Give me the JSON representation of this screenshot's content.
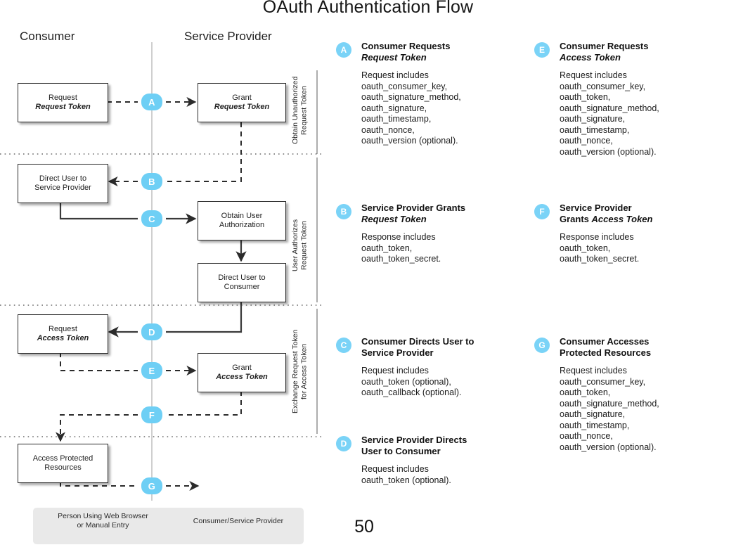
{
  "title": "OAuth Authentication Flow",
  "page_number": "50",
  "colors": {
    "badge_blue": "#6ecff5",
    "desc_badge_blue": "#7ad3f7",
    "box_border": "#2b2b2b",
    "legend_bg": "#e9e9e9",
    "divider": "#c9c9c9"
  },
  "flow": {
    "columns": [
      {
        "label": "Consumer"
      },
      {
        "label": "Service Provider"
      }
    ],
    "boxes": [
      {
        "id": "request-request-token",
        "line1": "Request",
        "line2": "Request Token",
        "italic2": true,
        "column": "consumer"
      },
      {
        "id": "grant-request-token",
        "line1": "Grant",
        "line2": "Request Token",
        "italic2": true,
        "column": "provider"
      },
      {
        "id": "direct-user-to-sp",
        "line1": "Direct User to",
        "line2": "Service Provider",
        "italic2": false,
        "column": "consumer"
      },
      {
        "id": "obtain-user-auth",
        "line1": "Obtain User",
        "line2": "Authorization",
        "italic2": false,
        "column": "provider"
      },
      {
        "id": "direct-user-to-consumer",
        "line1": "Direct User to",
        "line2": "Consumer",
        "italic2": false,
        "column": "provider"
      },
      {
        "id": "request-access-token",
        "line1": "Request",
        "line2": "Access Token",
        "italic2": true,
        "column": "consumer"
      },
      {
        "id": "grant-access-token",
        "line1": "Grant",
        "line2": "Access Token",
        "italic2": true,
        "column": "provider"
      },
      {
        "id": "access-protected-resources",
        "line1": "Access Protected",
        "line2": "Resources",
        "italic2": false,
        "column": "consumer"
      }
    ],
    "step_badges": [
      "A",
      "B",
      "C",
      "D",
      "E",
      "F",
      "G"
    ],
    "phases": [
      {
        "id": "phase-obtain",
        "line1": "Obtain Unauthorized",
        "line2": "Request Token"
      },
      {
        "id": "phase-authorize",
        "line1": "User Authorizes",
        "line2": "Request Token"
      },
      {
        "id": "phase-exchange",
        "line1": "Exchange Request Token",
        "line2": "for Access Token"
      }
    ],
    "legend": {
      "solid_label_line1": "Person Using Web Browser",
      "solid_label_line2": "or Manual Entry",
      "dashed_label": "Consumer/Service Provider"
    }
  },
  "descriptions": [
    {
      "key": "A",
      "head_line1": "Consumer Requests",
      "head_line2": "Request Token",
      "head_line2_italic": true,
      "body": "Request includes\noauth_consumer_key,\noauth_signature_method,\noauth_signature,\noauth_timestamp,\noauth_nonce,\noauth_version (optional)."
    },
    {
      "key": "E",
      "head_line1": "Consumer Requests",
      "head_line2": "Access Token",
      "head_line2_italic": true,
      "body": "Request includes\noauth_consumer_key,\noauth_token,\noauth_signature_method,\noauth_signature,\noauth_timestamp,\noauth_nonce,\noauth_version (optional)."
    },
    {
      "key": "B",
      "head_line1": "Service Provider Grants",
      "head_line2": "Request Token",
      "head_line2_italic": true,
      "body": "Response includes\noauth_token,\noauth_token_secret."
    },
    {
      "key": "F",
      "head_line1": "Service Provider",
      "head_line2": "Grants Access Token",
      "head_line2_italic": "partial",
      "head_line2_plain": "Grants ",
      "head_line2_em": "Access Token",
      "body": "Response includes\noauth_token,\noauth_token_secret."
    },
    {
      "key": "C",
      "head_line1": "Consumer Directs User to",
      "head_line2": "Service Provider",
      "head_line2_italic": false,
      "body": "Request includes\noauth_token (optional),\noauth_callback (optional)."
    },
    {
      "key": "G",
      "head_line1": "Consumer Accesses",
      "head_line2": "Protected Resources",
      "head_line2_italic": false,
      "body": "Request includes\noauth_consumer_key,\noauth_token,\noauth_signature_method,\noauth_signature,\noauth_timestamp,\noauth_nonce,\noauth_version (optional)."
    },
    {
      "key": "D",
      "head_line1": "Service Provider Directs",
      "head_line2": "User to Consumer",
      "head_line2_italic": false,
      "body": "Request includes\noauth_token (optional)."
    }
  ]
}
